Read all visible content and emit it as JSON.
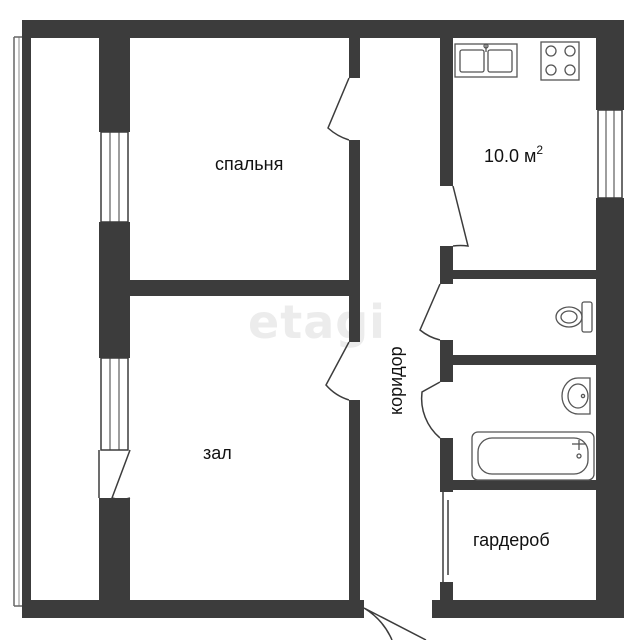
{
  "plan": {
    "watermark": "etagi",
    "colors": {
      "wall": "#3c3c3c",
      "fixture": "#555555",
      "background": "#ffffff"
    },
    "rooms": {
      "bedroom": "спальня",
      "living": "зал",
      "corridor": "коридор",
      "kitchen_area_value": "10.0 м",
      "kitchen_area_exp": "2",
      "wardrobe": "гардероб"
    }
  }
}
